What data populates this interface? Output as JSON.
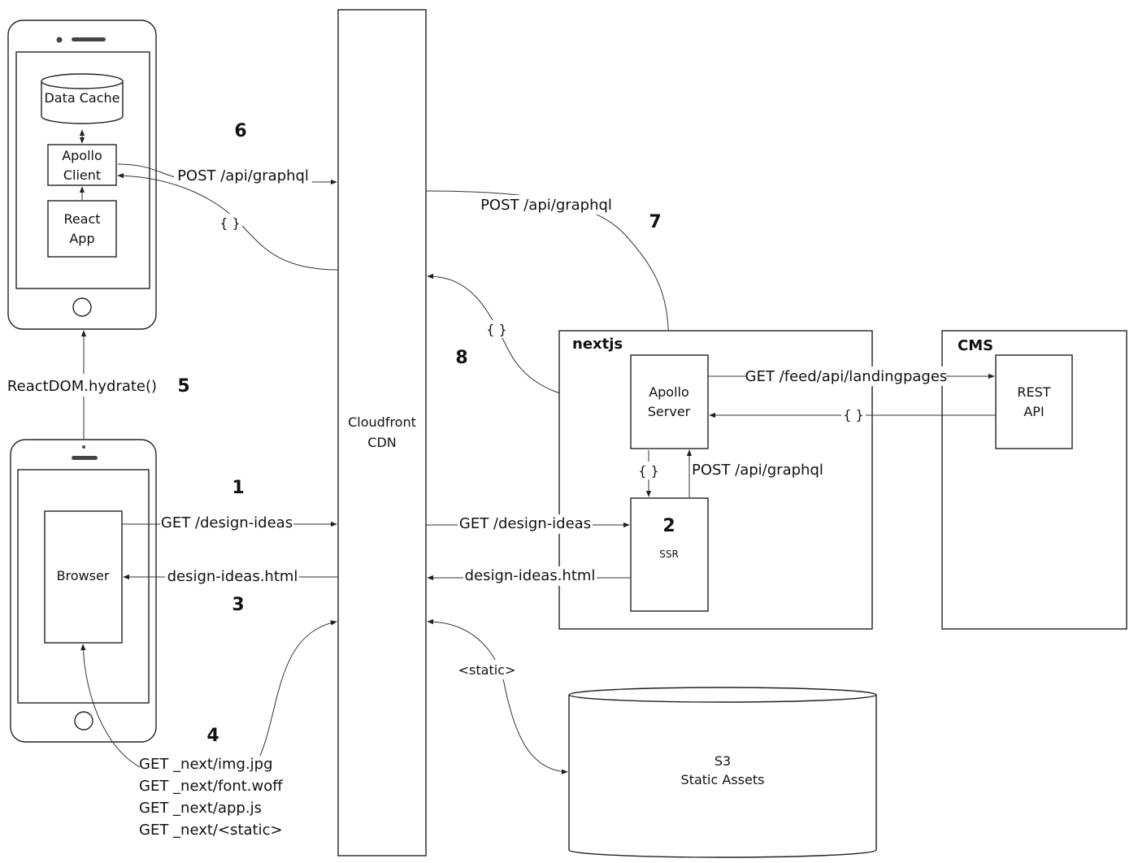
{
  "phone_top": {
    "data_cache": "Data Cache",
    "apollo_client": [
      "Apollo",
      "Client"
    ],
    "react_app": [
      "React",
      "App"
    ]
  },
  "phone_bottom": {
    "browser": "Browser"
  },
  "cdn": [
    "Cloudfront",
    "CDN"
  ],
  "nextjs": {
    "title": "nextjs",
    "apollo_server": [
      "Apollo",
      "Server"
    ],
    "ssr_number": "2",
    "ssr_label": "SSR"
  },
  "cms": {
    "title": "CMS",
    "rest_api": [
      "REST",
      "API"
    ]
  },
  "s3": [
    "S3",
    "Static Assets"
  ],
  "labels": {
    "hydrate": "ReactDOM.hydrate()",
    "post_graphql_client": "POST /api/graphql",
    "json_client": "{ }",
    "post_graphql_cdn": "POST /api/graphql",
    "json_server_cdn": "{ }",
    "get_landingpages": "GET /feed/api/landingpages",
    "json_rest": "{ }",
    "json_ssr": "{ }",
    "post_graphql_ssr": "POST /api/graphql",
    "get_design_ideas_browser": "GET /design-ideas",
    "design_ideas_html_browser": "design-ideas.html",
    "get_design_ideas_ssr": "GET /design-ideas",
    "design_ideas_html_ssr": "design-ideas.html",
    "static": "<static>",
    "static_gets": [
      "GET _next/img.jpg",
      "GET _next/font.woff",
      "GET _next/app.js",
      "GET _next/<static>"
    ]
  },
  "steps": {
    "s1": "1",
    "s3": "3",
    "s4": "4",
    "s5": "5",
    "s6": "6",
    "s7": "7",
    "s8": "8"
  }
}
